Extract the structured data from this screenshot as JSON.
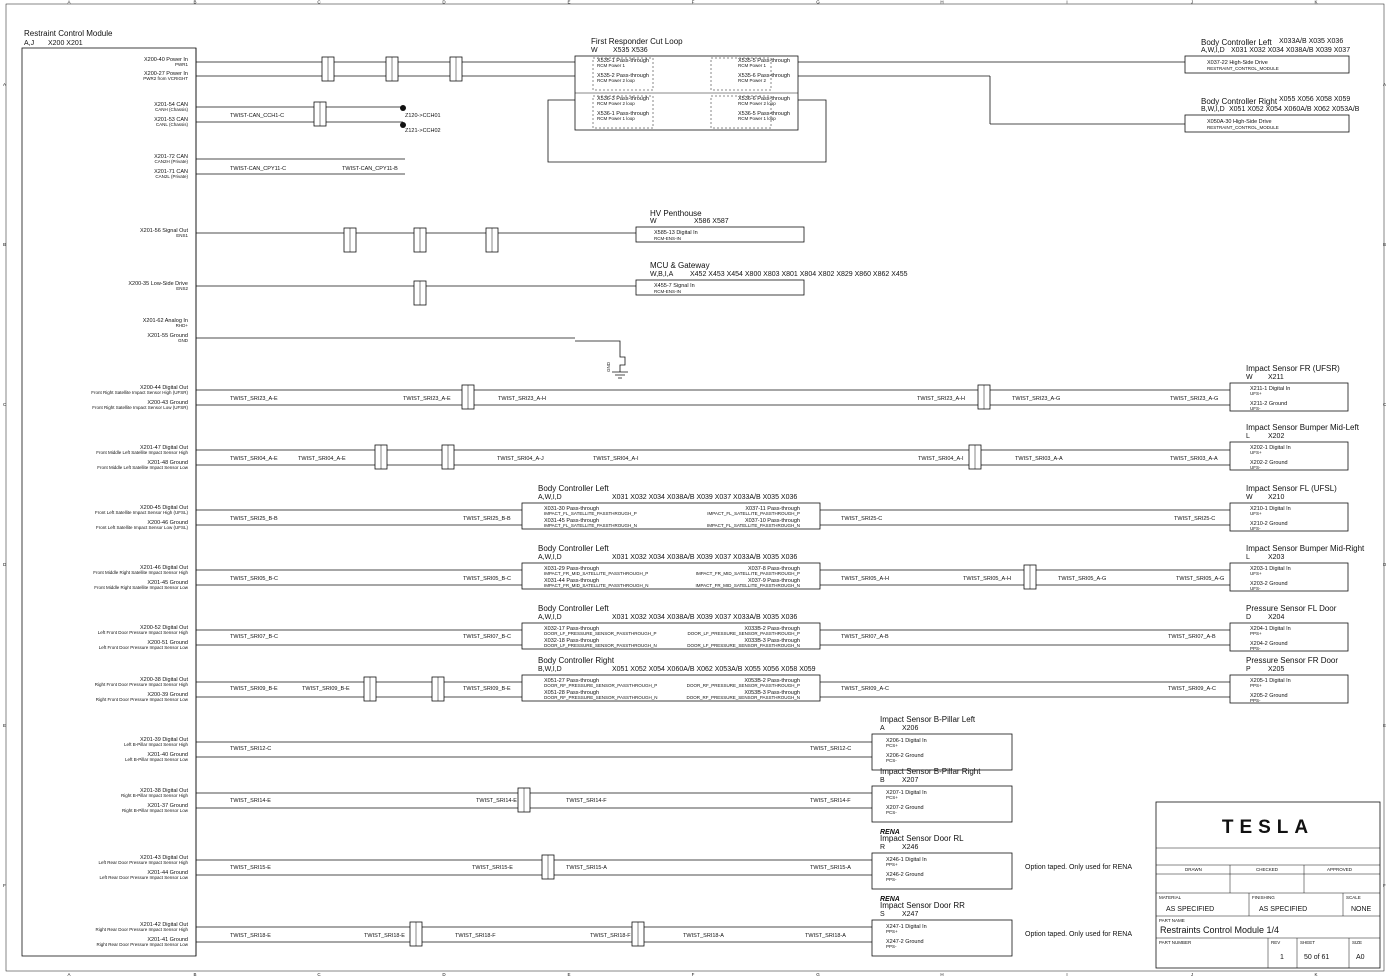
{
  "grid": {
    "letters": [
      "A",
      "B",
      "C",
      "D",
      "E",
      "F",
      "G",
      "H",
      "I",
      "J",
      "K"
    ],
    "rows": [
      "A",
      "B",
      "C",
      "D",
      "E",
      "F"
    ]
  },
  "rcm": {
    "title": "Restraint Control Module",
    "variants": "A,J",
    "connectors": "X200  X201"
  },
  "pins": [
    {
      "label": "X200-40 Power In",
      "sub": "PWR1"
    },
    {
      "label": "X200-27 Power In",
      "sub": "PWR2 from VCRIGHT"
    },
    {
      "label": "X201-54 CAN",
      "sub": "CANH (Chassis)"
    },
    {
      "label": "X201-53 CAN",
      "sub": "CANL (Chassis)"
    },
    {
      "label": "X201-72 CAN",
      "sub": "CAN2H (Private)"
    },
    {
      "label": "X201-71 CAN",
      "sub": "CAN2L (Private)"
    },
    {
      "label": "X201-56 Signal Out",
      "sub": "ENS1"
    },
    {
      "label": "X200-35 Low-Side Drive",
      "sub": "ENS2"
    },
    {
      "label": "X201-62 Analog In",
      "sub": "RHD+"
    },
    {
      "label": "X201-55 Ground",
      "sub": "GND"
    },
    {
      "label": "X200-44 Digital Out",
      "sub": "Front Right Satellite Impact Sensor High (UFSR)"
    },
    {
      "label": "X200-43 Ground",
      "sub": "Front Right Satellite Impact Sensor Low (UFSR)"
    },
    {
      "label": "X201-47 Digital Out",
      "sub": "Front Middle Left Satellite Impact Sensor High"
    },
    {
      "label": "X201-48 Ground",
      "sub": "Front Middle Left Satellite Impact Sensor Low"
    },
    {
      "label": "X200-45 Digital Out",
      "sub": "Front Left Satellite Impact Sensor High (UFSL)"
    },
    {
      "label": "X200-46 Ground",
      "sub": "Front Left Satellite Impact Sensor Low (UFSL)"
    },
    {
      "label": "X201-46 Digital Out",
      "sub": "Front Middle Right Satellite Impact Sensor High"
    },
    {
      "label": "X201-45 Ground",
      "sub": "Front Middle Right Satellite Impact Sensor Low"
    },
    {
      "label": "X200-52 Digital Out",
      "sub": "Left Front Door Pressure Impact Sensor High"
    },
    {
      "label": "X200-51 Ground",
      "sub": "Left Front Door Pressure Impact Sensor Low"
    },
    {
      "label": "X200-38 Digital Out",
      "sub": "Right Front Door Pressure Impact Sensor High"
    },
    {
      "label": "X200-39 Ground",
      "sub": "Right Front Door Pressure Impact Sensor Low"
    },
    {
      "label": "X201-39 Digital Out",
      "sub": "Left B-Pillar Impact Sensor High"
    },
    {
      "label": "X201-40 Ground",
      "sub": "Left B-Pillar Impact Sensor Low"
    },
    {
      "label": "X201-38 Digital Out",
      "sub": "Right B-Pillar Impact Sensor High"
    },
    {
      "label": "X201-37 Ground",
      "sub": "Right B-Pillar Impact Sensor Low"
    },
    {
      "label": "X201-43 Digital Out",
      "sub": "Left Rear Door Pressure Impact Sensor High"
    },
    {
      "label": "X201-44 Ground",
      "sub": "Left Rear Door Pressure Impact Sensor Low"
    },
    {
      "label": "X201-42 Digital Out",
      "sub": "Right Rear Door Pressure Impact Sensor High"
    },
    {
      "label": "X201-41 Ground",
      "sub": "Right Rear Door Pressure Impact Sensor Low"
    }
  ],
  "twists": [
    "TWIST-CAN_CCH1-C",
    "TWIST-CAN_CPY11-C",
    "TWIST-CAN_CPY11-B",
    "TWIST_SRI23_A-E",
    "TWIST_SRI23_A-E",
    "TWIST_SRI23_A-H",
    "TWIST_SRI23_A-H",
    "TWIST_SRI23_A-G",
    "TWIST_SRI23_A-G",
    "TWIST_SRI04_A-E",
    "TWIST_SRI04_A-E",
    "TWIST_SRI04_A-J",
    "TWIST_SRI04_A-I",
    "TWIST_SRI04_A-I",
    "TWIST_SRI03_A-A",
    "TWIST_SRI03_A-A",
    "TWIST_SRI25_B-B",
    "TWIST_SRI25_B-B",
    "TWIST_SRI25-C",
    "TWIST_SRI25-C",
    "TWIST_SRI05_B-C",
    "TWIST_SRI05_B-C",
    "TWIST_SRI05_A-H",
    "TWIST_SRI05_A-H",
    "TWIST_SRI05_A-G",
    "TWIST_SRI05_A-G",
    "TWIST_SRI07_B-C",
    "TWIST_SRI07_B-C",
    "TWIST_SRI07_A-B",
    "TWIST_SRI07_A-B",
    "TWIST_SRI09_B-E",
    "TWIST_SRI09_B-E",
    "TWIST_SRI09_B-E",
    "TWIST_SRI09_A-C",
    "TWIST_SRI09_A-C",
    "TWIST_SRI12-C",
    "TWIST_SRI12-C",
    "TWIST_SRI14-E",
    "TWIST_SRI14-E",
    "TWIST_SRI14-F",
    "TWIST_SRI14-F",
    "TWIST_SRI15-E",
    "TWIST_SRI15-E",
    "TWIST_SRI15-A",
    "TWIST_SRI15-A",
    "TWIST_SRI18-E",
    "TWIST_SRI18-E",
    "TWIST_SRI18-F",
    "TWIST_SRI18-F",
    "TWIST_SRI18-A",
    "TWIST_SRI18-A"
  ],
  "firstResponder": {
    "title": "First Responder Cut Loop",
    "variant": "W",
    "connectors": "X535  X536",
    "rows": [
      {
        "left": "X535-1 Pass-through",
        "lsub": "RCM Power 1",
        "right": "X535-5 Pass-through",
        "rsub": "RCM Power 1"
      },
      {
        "left": "X535-2 Pass-through",
        "lsub": "RCM Power 2 loop",
        "right": "X535-6 Pass-through",
        "rsub": "RCM Power 2"
      },
      {
        "left": "X536-3 Pass-through",
        "lsub": "RCM Power 2 loop",
        "right": "X536-6 Pass-through",
        "rsub": "RCM Power 2 loop"
      },
      {
        "left": "X536-1 Pass-through",
        "lsub": "RCM Power 1 loop",
        "right": "X536-5 Pass-through",
        "rsub": "RCM Power 1 loop"
      }
    ]
  },
  "bcLeftTop": {
    "title": "Body Controller Left",
    "variants": "A,W,I,D",
    "connectors": "X031  X032  X034  X038A/B  X039  X037",
    "extra": "X033A/B  X035  X036",
    "pin": "X037-22 High-Side Drive",
    "sub": "RESTRAINT_CONTROL_MODULE"
  },
  "bcRightTop": {
    "title": "Body Controller Right",
    "variants": "B,W,I,D",
    "connectors": "X051  X052  X054  X060A/B  X062  X053A/B",
    "extra": "X055  X056  X058  X059",
    "pin": "X050A-30 High-Side Drive",
    "sub": "RESTRAINT_CONTROL_MODULE"
  },
  "hvPenthouse": {
    "title": "HV Penthouse",
    "variant": "W",
    "connectors": "X586  X587",
    "pin": "X585-13 Digital In",
    "sub": "RCM-ENS-IN"
  },
  "mcu": {
    "title": "MCU & Gateway",
    "variants": "W,B,I,A",
    "connectors": "X452  X453  X454  X800  X803  X801  X804  X802  X829  X860  X862  X455",
    "pin": "X455-7 Signal In",
    "sub": "RCM-ENS-IN"
  },
  "ccPoints": [
    "Z120->CCH01",
    "Z121->CCH02"
  ],
  "gnd": "GND",
  "midBoxes": [
    {
      "title": "Body Controller Left",
      "variants": "A,W,I,D",
      "connectors": "X031  X032  X034  X038A/B  X039  X037  X033A/B  X035  X036",
      "lines": [
        "X031-30 Pass-through",
        "IMPACT_FL_SATELLITE_PASSTHROUGH_P",
        "X031-45 Pass-through",
        "IMPACT_FL_SATELLITE_PASSTHROUGH_N"
      ],
      "rlines": [
        "X037-11 Pass-through",
        "IMPACT_FL_SATELLITE_PASSTHROUGH_P",
        "X037-10 Pass-through",
        "IMPACT_FL_SATELLITE_PASSTHROUGH_N"
      ]
    },
    {
      "title": "Body Controller Left",
      "variants": "A,W,I,D",
      "connectors": "X031  X032  X034  X038A/B  X039  X037  X033A/B  X035  X036",
      "lines": [
        "X031-29 Pass-through",
        "IMPACT_FR_MID_SATELLITE_PASSTHROUGH_P",
        "X031-44 Pass-through",
        "IMPACT_FR_MID_SATELLITE_PASSTHROUGH_N"
      ],
      "rlines": [
        "X037-8 Pass-through",
        "IMPACT_FR_MID_SATELLITE_PASSTHROUGH_P",
        "X037-9 Pass-through",
        "IMPACT_FR_MID_SATELLITE_PASSTHROUGH_N"
      ]
    },
    {
      "title": "Body Controller Left",
      "variants": "A,W,I,D",
      "connectors": "X031  X032  X034  X038A/B  X039  X037  X033A/B  X035  X036",
      "lines": [
        "X032-17 Pass-through",
        "DOOR_LF_PRESSURE_SENSOR_PASSTHROUGH_P",
        "X032-18 Pass-through",
        "DOOR_LF_PRESSURE_SENSOR_PASSTHROUGH_N"
      ],
      "rlines": [
        "X033B-2 Pass-through",
        "DOOR_LF_PRESSURE_SENSOR_PASSTHROUGH_P",
        "X033B-3 Pass-through",
        "DOOR_LF_PRESSURE_SENSOR_PASSTHROUGH_N"
      ]
    },
    {
      "title": "Body Controller Right",
      "variants": "B,W,I,D",
      "connectors": "X051  X052  X054  X060A/B  X062  X053A/B  X055  X056  X058  X059",
      "lines": [
        "X051-27 Pass-through",
        "DOOR_RF_PRESSURE_SENSOR_PASSTHROUGH_P",
        "X051-28 Pass-through",
        "DOOR_RF_PRESSURE_SENSOR_PASSTHROUGH_N"
      ],
      "rlines": [
        "X053B-2 Pass-through",
        "DOOR_RF_PRESSURE_SENSOR_PASSTHROUGH_P",
        "X053B-3 Pass-through",
        "DOOR_RF_PRESSURE_SENSOR_PASSTHROUGH_N"
      ]
    }
  ],
  "sensors": [
    {
      "title": "Impact Sensor FR (UFSR)",
      "variant": "W",
      "conn": "X211",
      "p1": "X211-1 Digital In",
      "s1": "UFS+",
      "p2": "X211-2 Ground",
      "s2": "UFS-"
    },
    {
      "title": "Impact Sensor Bumper Mid-Left",
      "variant": "L",
      "conn": "X202",
      "p1": "X202-1 Digital In",
      "s1": "UFS+",
      "p2": "X202-2 Ground",
      "s2": "UFS-"
    },
    {
      "title": "Impact Sensor FL (UFSL)",
      "variant": "W",
      "conn": "X210",
      "p1": "X210-1 Digital In",
      "s1": "UFS+",
      "p2": "X210-2 Ground",
      "s2": "UFS-"
    },
    {
      "title": "Impact Sensor Bumper Mid-Right",
      "variant": "L",
      "conn": "X203",
      "p1": "X203-1 Digital In",
      "s1": "UFS+",
      "p2": "X203-2 Ground",
      "s2": "UFS-"
    },
    {
      "title": "Pressure Sensor FL Door",
      "variant": "D",
      "conn": "X204",
      "p1": "X204-1 Digital In",
      "s1": "PPS+",
      "p2": "X204-2 Ground",
      "s2": "PPS-"
    },
    {
      "title": "Pressure Sensor FR Door",
      "variant": "P",
      "conn": "X205",
      "p1": "X205-1 Digital In",
      "s1": "PPS+",
      "p2": "X205-2 Ground",
      "s2": "PPS-"
    }
  ],
  "lowSensors": [
    {
      "rena": "",
      "title": "Impact Sensor B-Pillar Left",
      "variant": "A",
      "conn": "X206",
      "p1": "X206-1 Digital In",
      "s1": "PCS+",
      "p2": "X206-2 Ground",
      "s2": "PCS-",
      "note": ""
    },
    {
      "rena": "",
      "title": "Impact Sensor B-Pillar Right",
      "variant": "B",
      "conn": "X207",
      "p1": "X207-1 Digital In",
      "s1": "PCS+",
      "p2": "X207-2 Ground",
      "s2": "PCS-",
      "note": ""
    },
    {
      "rena": "RENA",
      "title": "Impact Sensor Door RL",
      "variant": "R",
      "conn": "X246",
      "p1": "X246-1 Digital In",
      "s1": "PPS+",
      "p2": "X246-2 Ground",
      "s2": "PPS-",
      "note": "Option taped. Only used for RENA"
    },
    {
      "rena": "RENA",
      "title": "Impact Sensor Door RR",
      "variant": "S",
      "conn": "X247",
      "p1": "X247-1 Digital In",
      "s1": "PPS+",
      "p2": "X247-2 Ground",
      "s2": "PPS-",
      "note": "Option taped. Only used for RENA"
    }
  ],
  "titleBlock": {
    "logo": "TESLA",
    "drawn": "DRAWN",
    "checked": "CHECKED",
    "approved": "APPROVED",
    "material_label": "MATERIAL",
    "material": "AS SPECIFIED",
    "finishing_label": "FINISHING",
    "finishing": "AS SPECIFIED",
    "scale_label": "SCALE",
    "scale": "NONE",
    "partname_label": "PART NAME",
    "partname": "Restraints Control Module 1/4",
    "partnumber_label": "PART NUMBER",
    "rev_label": "REV",
    "rev": "1",
    "sheet_label": "SHEET",
    "sheet": "50 of 61",
    "size_label": "SIZE",
    "size": "A0"
  }
}
